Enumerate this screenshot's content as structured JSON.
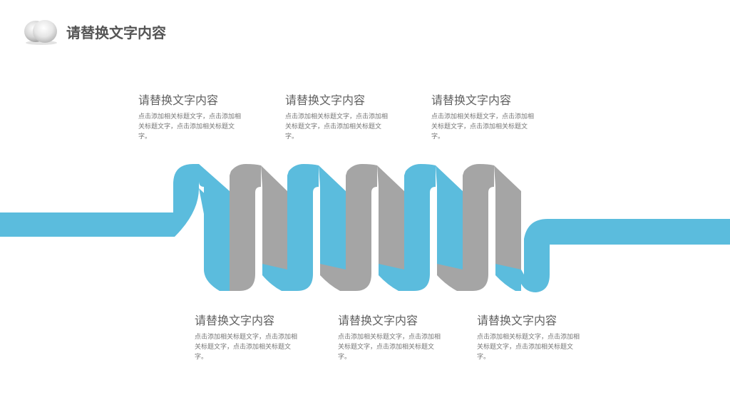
{
  "header": {
    "title": "请替换文字内容"
  },
  "colors": {
    "blue": "#5bbcdd",
    "gray": "#a5a5a5"
  },
  "top_blocks": [
    {
      "title": "请替换文字内容",
      "body": "点击添加相关标题文字，点击添加相关标题文字，点击添加相关标题文字。"
    },
    {
      "title": "请替换文字内容",
      "body": "点击添加相关标题文字，点击添加相关标题文字，点击添加相关标题文字。"
    },
    {
      "title": "请替换文字内容",
      "body": "点击添加相关标题文字，点击添加相关标题文字，点击添加相关标题文字。"
    }
  ],
  "bottom_blocks": [
    {
      "title": "请替换文字内容",
      "body": "点击添加相关标题文字，点击添加相关标题文字，点击添加相关标题文字。"
    },
    {
      "title": "请替换文字内容",
      "body": "点击添加相关标题文字，点击添加相关标题文字，点击添加相关标题文字。"
    },
    {
      "title": "请替换文字内容",
      "body": "点击添加相关标题文字，点击添加相关标题文字，点击添加相关标题文字。"
    }
  ]
}
